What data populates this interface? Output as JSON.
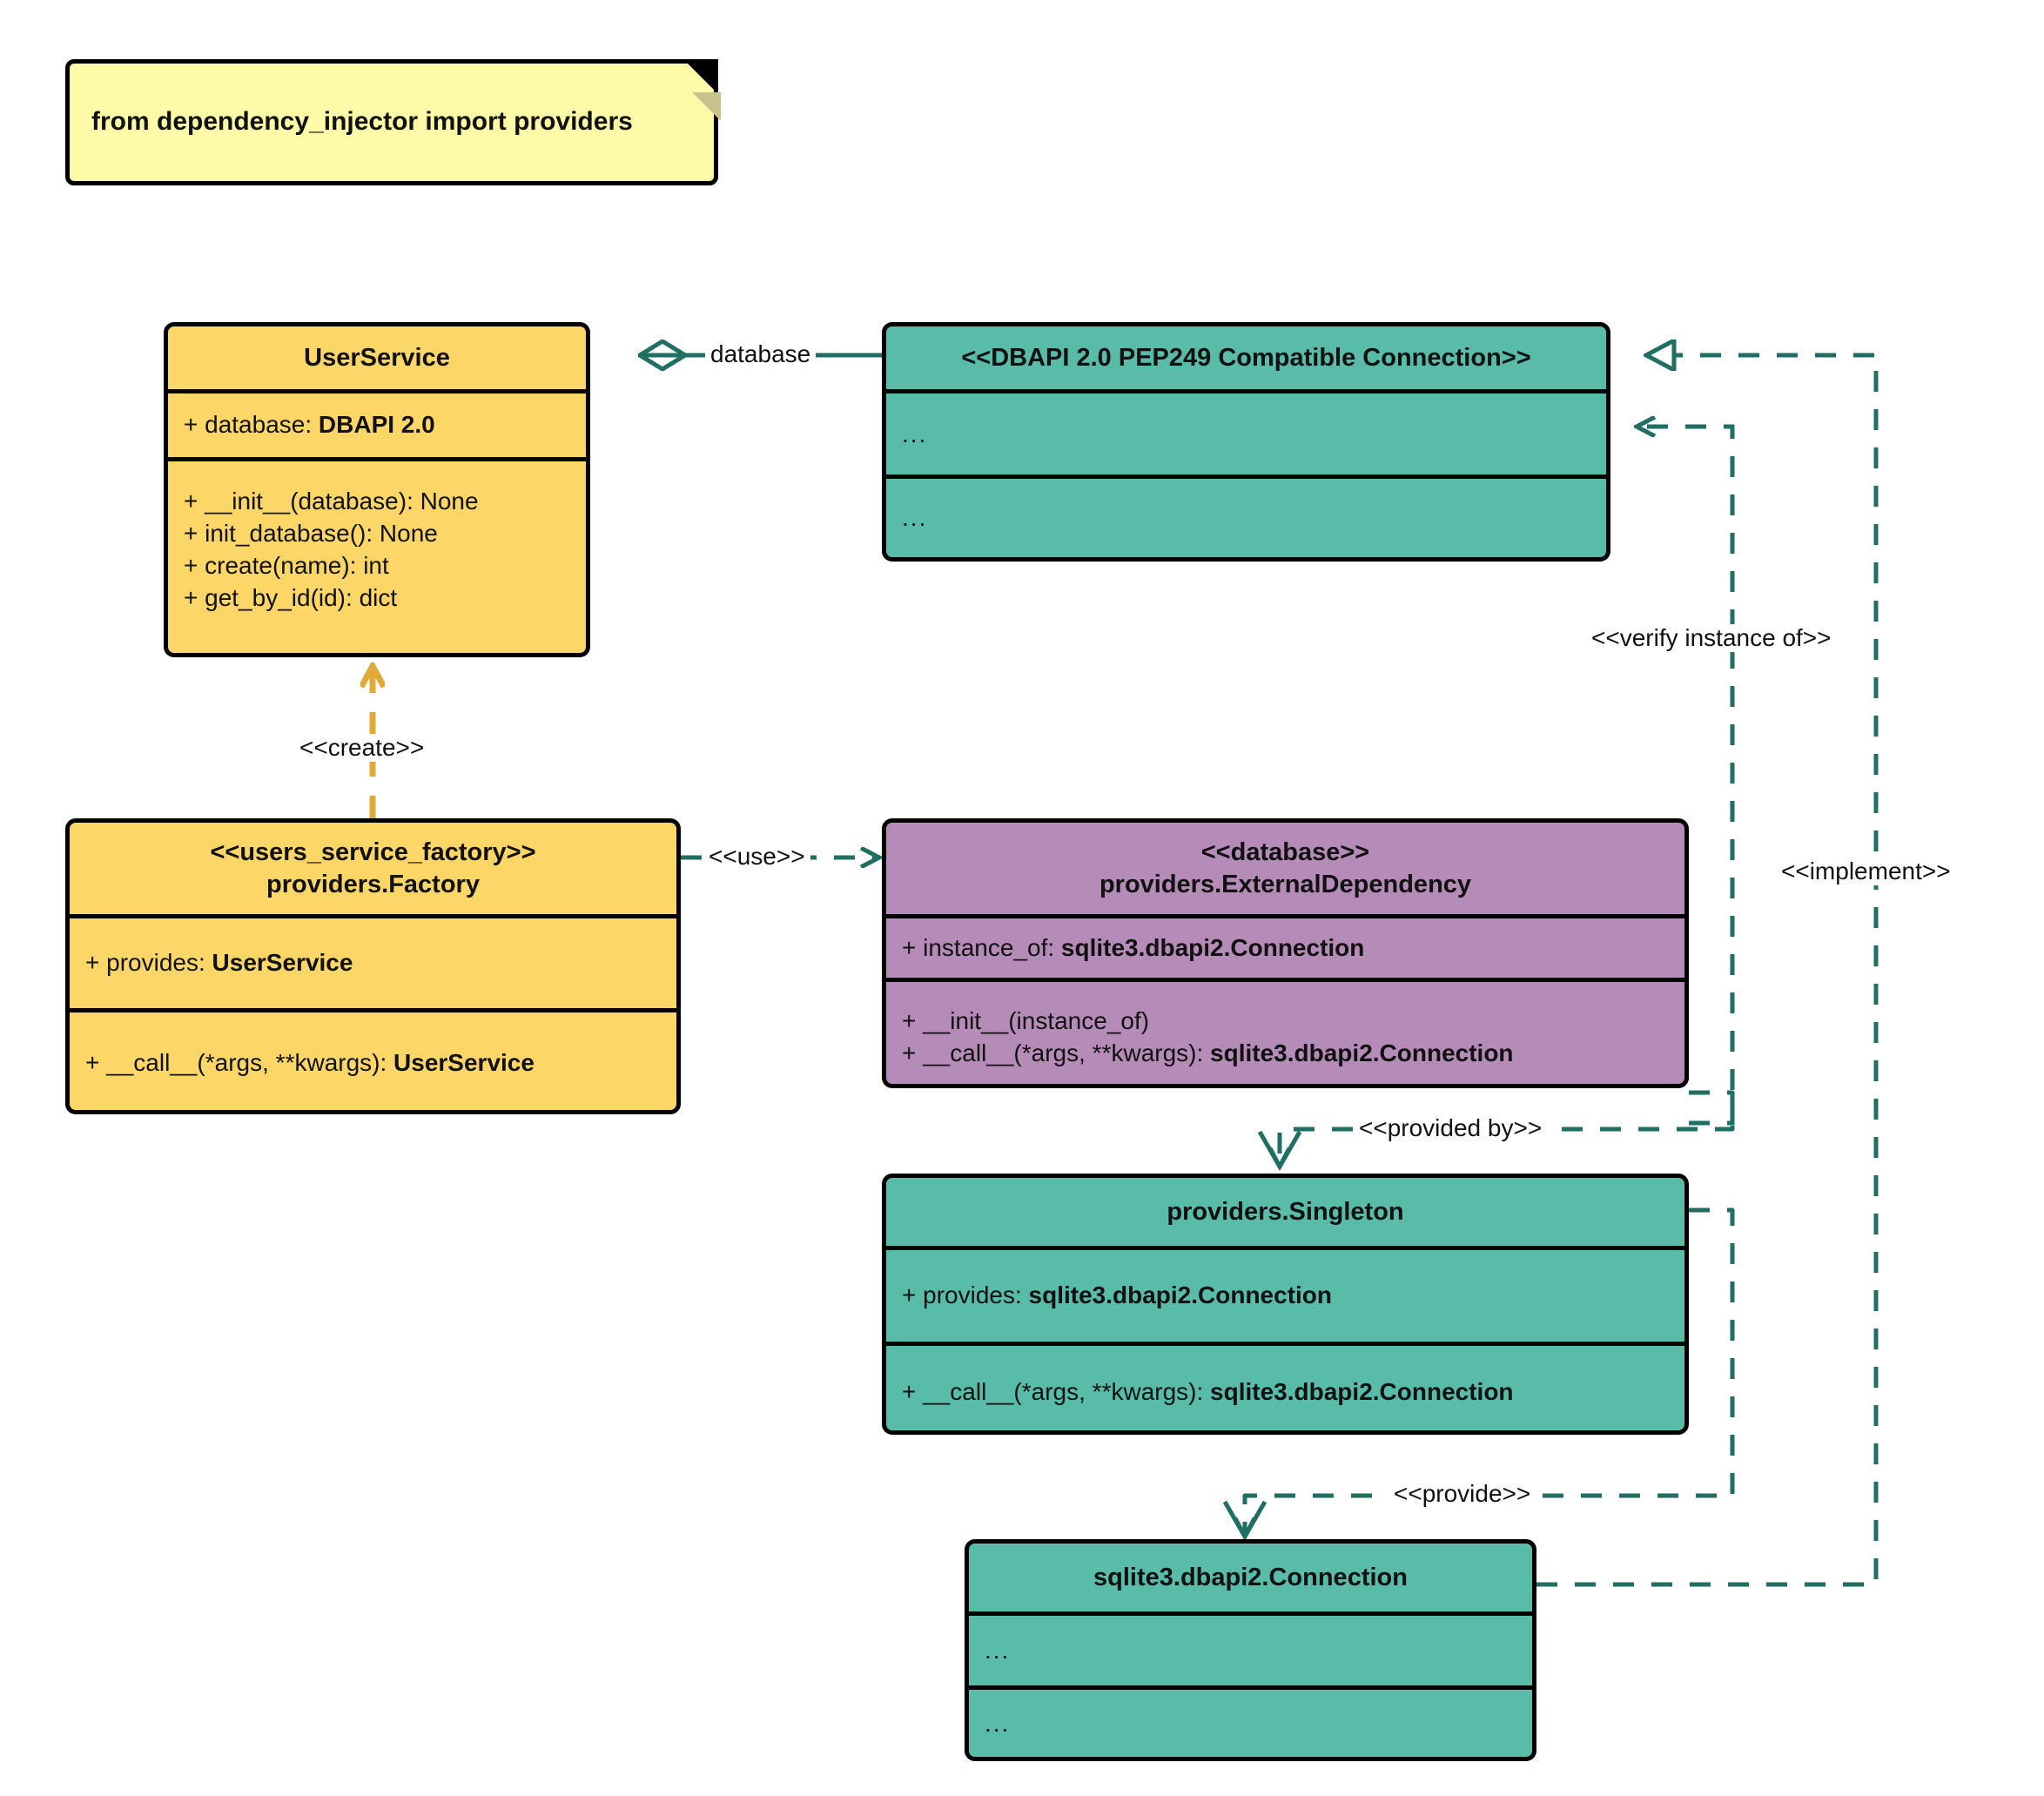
{
  "diagram": {
    "title": "dependency_injector providers UML class diagram",
    "colors": {
      "yellow": "#fcd667",
      "teal": "#58bca8",
      "purple": "#b58cb8",
      "note": "#fdfaa8",
      "edge_teal": "#1f6f62",
      "edge_gold": "#e0a93a",
      "outline": "#000000"
    }
  },
  "note": {
    "text": "from dependency_injector import providers"
  },
  "classes": {
    "user_service": {
      "title": "UserService",
      "attributes": [
        {
          "prefix": "+ database: ",
          "bold": "DBAPI 2.0"
        }
      ],
      "methods": [
        "+ __init__(database): None",
        "+ init_database(): None",
        "+ create(name): int",
        "+ get_by_id(id): dict"
      ]
    },
    "dbapi_connection": {
      "title": "<<DBAPI 2.0 PEP249 Compatible Connection>>",
      "attributes_placeholder": "...",
      "methods_placeholder": "..."
    },
    "users_service_factory": {
      "stereotype": "<<users_service_factory>>",
      "title": "providers.Factory",
      "attributes": [
        {
          "prefix": "+ provides: ",
          "bold": "UserService"
        }
      ],
      "methods": [
        {
          "prefix": "+ __call__(*args, **kwargs): ",
          "bold": "UserService"
        }
      ]
    },
    "external_dependency": {
      "stereotype": "<<database>>",
      "title": "providers.ExternalDependency",
      "attributes": [
        {
          "prefix": "+ instance_of: ",
          "bold": "sqlite3.dbapi2.Connection"
        }
      ],
      "methods": [
        {
          "prefix": "+ __init__(instance_of)",
          "bold": ""
        },
        {
          "prefix": "+ __call__(*args, **kwargs): ",
          "bold": "sqlite3.dbapi2.Connection"
        }
      ]
    },
    "singleton": {
      "title": "providers.Singleton",
      "attributes": [
        {
          "prefix": "+ provides: ",
          "bold": "sqlite3.dbapi2.Connection"
        }
      ],
      "methods": [
        {
          "prefix": "+ __call__(*args, **kwargs): ",
          "bold": "sqlite3.dbapi2.Connection"
        }
      ]
    },
    "sqlite_connection": {
      "title": "sqlite3.dbapi2.Connection",
      "attributes_placeholder": "...",
      "methods_placeholder": "..."
    }
  },
  "edges": {
    "database": {
      "label": "database",
      "kind": "aggregation"
    },
    "create": {
      "label": "<<create>>",
      "kind": "dependency-dashed-gold"
    },
    "use": {
      "label": "<<use>>",
      "kind": "dependency-dashed"
    },
    "verify_instance_of": {
      "label": "<<verify instance of>>",
      "kind": "dependency-dashed"
    },
    "implement": {
      "label": "<<implement>>",
      "kind": "realization-dashed"
    },
    "provided_by": {
      "label": "<<provided by>>",
      "kind": "dependency-dashed"
    },
    "provide": {
      "label": "<<provide>>",
      "kind": "dependency-dashed"
    }
  }
}
